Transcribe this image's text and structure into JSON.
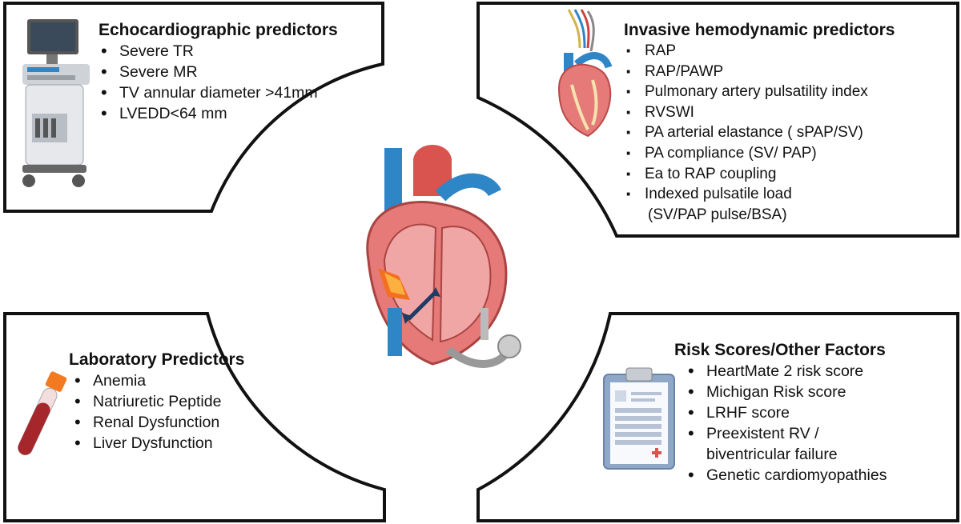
{
  "echo": {
    "title": "Echocardiographic predictors",
    "items": [
      "Severe TR",
      "Severe MR",
      "TV annular diameter >41mm",
      "LVEDD<64 mm"
    ],
    "icon": "ultrasound-machine-icon"
  },
  "invasive": {
    "title": "Invasive hemodynamic predictors",
    "items": [
      "RAP",
      "RAP/PAWP",
      "Pulmonary artery pulsatility index",
      "RVSWI",
      "PA arterial elastance ( sPAP/SV)",
      "PA compliance (SV/ PAP)",
      "Ea to RAP coupling",
      "Indexed pulsatile load",
      "(SV/PAP pulse/BSA)"
    ],
    "icon": "heart-catheter-icon"
  },
  "lab": {
    "title": "Laboratory Predictors",
    "items": [
      "Anemia",
      "Natriuretic Peptide",
      "Renal Dysfunction",
      "Liver Dysfunction"
    ],
    "icon": "blood-tube-icon"
  },
  "risk": {
    "title": "Risk Scores/Other Factors",
    "items": [
      "HeartMate 2 risk score",
      "Michigan Risk score",
      "LRHF score",
      "Preexistent RV /",
      "biventricular failure",
      "Genetic cardiomyopathies"
    ],
    "icon": "clipboard-icon"
  },
  "center": {
    "icon": "heart-lvad-icon"
  },
  "colors": {
    "border": "#111111",
    "artery": "#2f86c7",
    "heart": "#e57a78",
    "tube": "#a5262b",
    "clipboard": "#8fa8c8"
  }
}
